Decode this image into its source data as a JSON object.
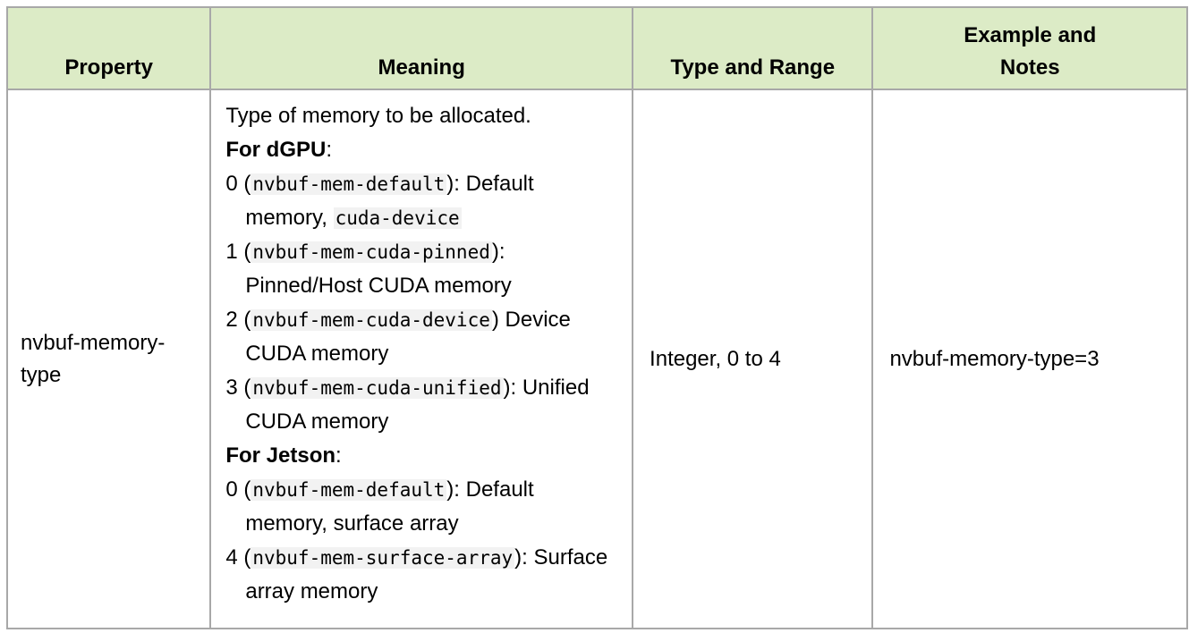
{
  "table": {
    "headers": {
      "property": "Property",
      "meaning": "Meaning",
      "type_range": "Type and Range",
      "example_notes": "Example and\nNotes"
    },
    "rows": [
      {
        "property": "nvbuf-memory-type",
        "meaning": {
          "intro": "Type of memory to be allocated.",
          "dgpu_heading": "For dGPU",
          "dgpu_options": [
            {
              "num": "0",
              "code": "nvbuf-mem-default",
              "sep": "):",
              "desc": " Default memory, ",
              "code2": "cuda-device"
            },
            {
              "num": "1",
              "code": "nvbuf-mem-cuda-pinned",
              "sep": "):",
              "desc": " Pinned/Host CUDA memory"
            },
            {
              "num": "2",
              "code": "nvbuf-mem-cuda-device",
              "sep": ")",
              "desc": " Device CUDA memory"
            },
            {
              "num": "3",
              "code": "nvbuf-mem-cuda-unified",
              "sep": "):",
              "desc": " Unified CUDA memory"
            }
          ],
          "jetson_heading": "For Jetson",
          "jetson_options": [
            {
              "num": "0",
              "code": "nvbuf-mem-default",
              "sep": "):",
              "desc": " Default memory, surface array"
            },
            {
              "num": "4",
              "code": "nvbuf-mem-surface-array",
              "sep": "):",
              "desc": " Surface array memory"
            }
          ]
        },
        "type_range": "Integer, 0 to 4",
        "example": "nvbuf-memory-type=3"
      }
    ]
  }
}
